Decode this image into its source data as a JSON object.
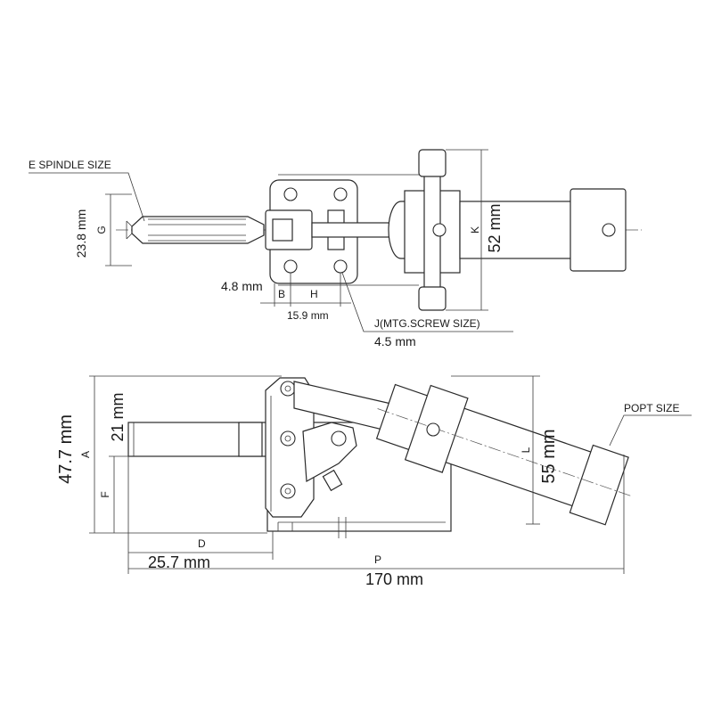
{
  "top_view": {
    "e_spindle_label": "E SPINDLE SIZE",
    "g_value": "23.8 mm",
    "g_letter": "G",
    "k_value": "52 mm",
    "k_letter": "K",
    "b_value": "4.8 mm",
    "b_letter": "B",
    "h_letter": "H",
    "h_value": "15.9 mm",
    "j_label": "J(MTG.SCREW  SIZE)",
    "j_value": "4.5 mm"
  },
  "side_view": {
    "a_value": "47.7 mm",
    "a_letter": "A",
    "f_value": "21 mm",
    "f_letter": "F",
    "d_letter": "D",
    "d_value": "25.7 mm",
    "p_letter": "P",
    "p_value": "170 mm",
    "l_letter": "L",
    "l_value": "55 mm",
    "port_label": "POPT SIZE"
  }
}
